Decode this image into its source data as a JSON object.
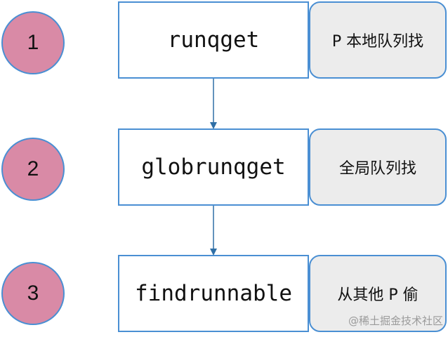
{
  "steps": [
    {
      "number": "1",
      "function": "runqget",
      "note": "P 本地队列找"
    },
    {
      "number": "2",
      "function": "globrunqget",
      "note": "全局队列找"
    },
    {
      "number": "3",
      "function": "findrunnable",
      "note": "从其他 P 偷"
    }
  ],
  "watermark": "@稀土掘金技术社区",
  "colors": {
    "circle_fill": "#d98aa6",
    "border": "#4a8fd3",
    "note_fill": "#ececec",
    "arrow": "#2f6fa6"
  }
}
